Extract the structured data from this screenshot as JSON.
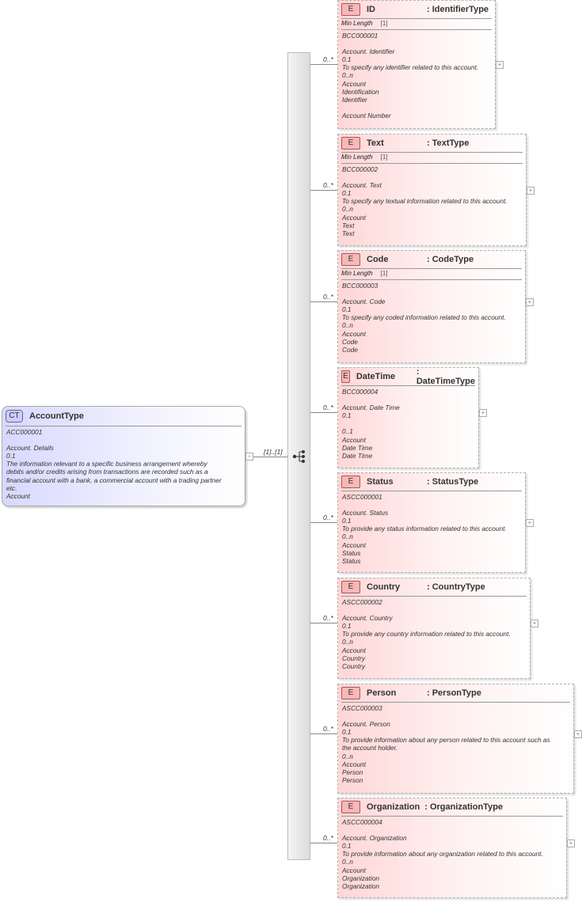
{
  "complex_type": {
    "badge": "CT",
    "name": "AccountType",
    "lines": [
      "ACC000001",
      "",
      "Account. Details",
      "0.1",
      "The information relevant to a specific business arrangement whereby",
      "debits and/or credits arising from transactions are recorded such as a",
      "financial account with a bank, a commercial account with a trading partner",
      "etc.",
      "Account"
    ],
    "collapse_icon": "minus-icon"
  },
  "sequence": {
    "multiplicity": "[1]..[1]",
    "icon": "sequence-icon"
  },
  "elements": [
    {
      "badge": "E",
      "name": "ID",
      "type": ": IdentifierType",
      "multiplicity": "0..*",
      "facet": {
        "label": "Min Length",
        "value": "[1]"
      },
      "lines": [
        "BCC000001",
        "",
        "Account. Identifier",
        "0.1",
        "To specify any identifier related to this account.",
        "0..n",
        "Account",
        "Identification",
        "Identifier",
        "",
        "Account Number"
      ]
    },
    {
      "badge": "E",
      "name": "Text",
      "type": ": TextType",
      "multiplicity": "0..*",
      "facet": {
        "label": "Min Length",
        "value": "[1]"
      },
      "lines": [
        "BCC000002",
        "",
        "Account. Text",
        "0.1",
        "To specify any textual information related to this account.",
        "0..n",
        "Account",
        "Text",
        "Text"
      ]
    },
    {
      "badge": "E",
      "name": "Code",
      "type": ": CodeType",
      "multiplicity": "0..*",
      "facet": {
        "label": "Min Length",
        "value": "[1]"
      },
      "lines": [
        "BCC000003",
        "",
        "Account. Code",
        "0.1",
        "To specify any coded information related to this account.",
        "0..n",
        "Account",
        "Code",
        "Code"
      ]
    },
    {
      "badge": "E",
      "name": "DateTime",
      "type": ": DateTimeType",
      "multiplicity": "0..*",
      "lines": [
        "BCC000004",
        "",
        "Account. Date Time",
        "0.1",
        "",
        "0..1",
        "Account",
        "Date Time",
        "Date Time"
      ]
    },
    {
      "badge": "E",
      "name": "Status",
      "type": ": StatusType",
      "multiplicity": "0..*",
      "lines": [
        "ASCC000001",
        "",
        "Account. Status",
        "0.1",
        "To provide any status information related to this account.",
        "0..n",
        "Account",
        "Status",
        "Status"
      ]
    },
    {
      "badge": "E",
      "name": "Country",
      "type": ": CountryType",
      "multiplicity": "0..*",
      "lines": [
        "ASCC000002",
        "",
        "Account. Country",
        "0.1",
        "To provide any country information related to this account.",
        "0..n",
        "Account",
        "Country",
        "Country"
      ]
    },
    {
      "badge": "E",
      "name": "Person",
      "type": ": PersonType",
      "multiplicity": "0..*",
      "lines": [
        "ASCC000003",
        "",
        "Account. Person",
        "0.1",
        "To provide information about any person related to this account such as",
        "the account holder.",
        "0..n",
        "Account",
        "Person",
        "Person"
      ]
    },
    {
      "badge": "E",
      "name": "Organization",
      "type": ": OrganizationType",
      "multiplicity": "0..*",
      "lines": [
        "ASCC000004",
        "",
        "Account. Organization",
        "0.1",
        "To provide information about any organization related to this account.",
        "0..n",
        "Account",
        "Organization",
        "Organization"
      ]
    }
  ]
}
